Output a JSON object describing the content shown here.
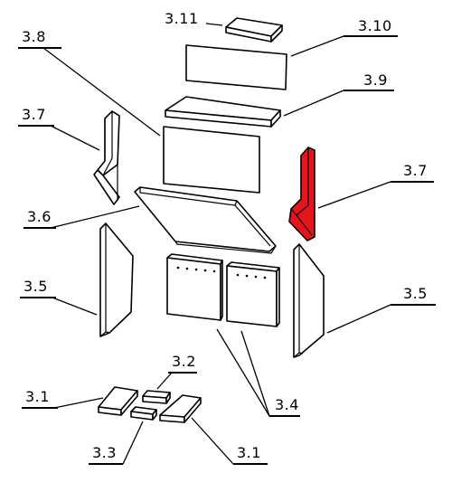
{
  "colors": {
    "line": "#000000",
    "background": "#ffffff",
    "highlight": "#e8141b"
  },
  "labels": {
    "l_3_11": "3.11",
    "l_3_10": "3.10",
    "l_3_9": "3.9",
    "l_3_8": "3.8",
    "l_3_7_left": "3.7",
    "l_3_7_right": "3.7",
    "l_3_6": "3.6",
    "l_3_5_left": "3.5",
    "l_3_5_right": "3.5",
    "l_3_4": "3.4",
    "l_3_2": "3.2",
    "l_3_1_left": "3.1",
    "l_3_1_right": "3.1",
    "l_3_3": "3.3"
  },
  "highlighted_part": "3.7"
}
